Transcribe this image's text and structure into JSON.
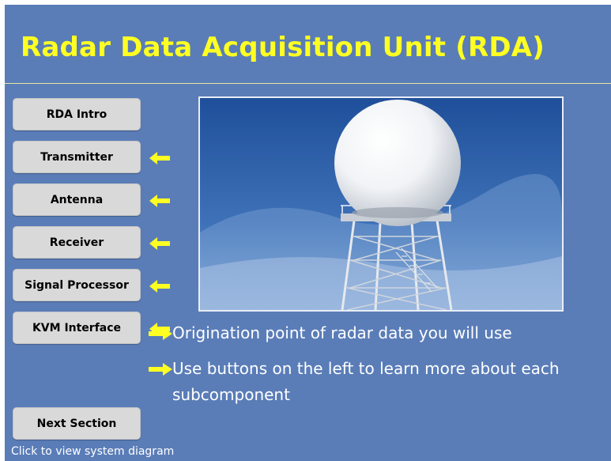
{
  "title": "Radar Data Acquisition Unit (RDA)",
  "nav": {
    "rda_intro": "RDA Intro",
    "transmitter": "Transmitter",
    "antenna": "Antenna",
    "receiver": "Receiver",
    "signal_processor": "Signal Processor",
    "kvm_interface": "KVM Interface",
    "next_section": "Next Section"
  },
  "bullets": [
    "Origination point of radar data you will use",
    "Use buttons on the left to learn more about each subcomponent"
  ],
  "footer_link": "Click to view system diagram",
  "colors": {
    "background": "#5a7db8",
    "title": "#ffff22",
    "arrow": "#ffff22",
    "button": "#d9d9d9"
  },
  "icons": {
    "arrow": "left-arrow-icon",
    "bullet": "right-arrow-icon"
  }
}
